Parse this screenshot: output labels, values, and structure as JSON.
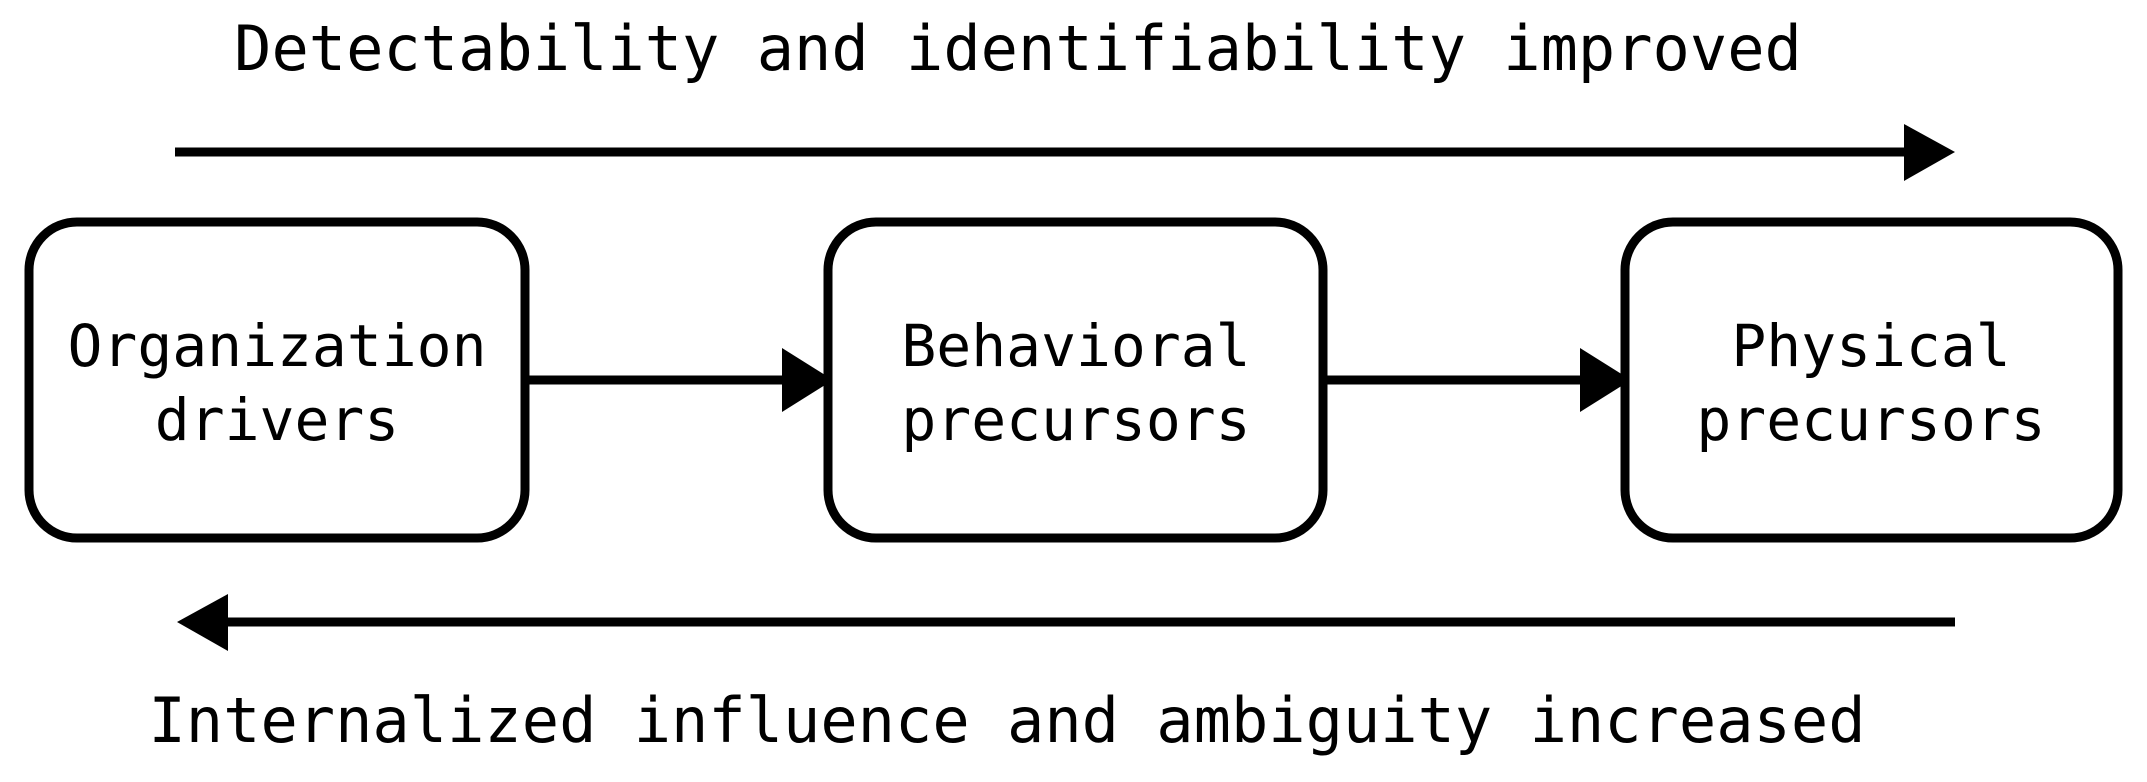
{
  "diagram": {
    "type": "flow-progression",
    "background_color": "#ffffff",
    "stroke_color": "#000000",
    "top_caption": "Detectability and identifiability improved",
    "bottom_caption": "Internalized influence and ambiguity increased",
    "top_arrow_direction": "right",
    "bottom_arrow_direction": "left",
    "nodes": [
      {
        "id": "organization-drivers",
        "line1": "Organization",
        "line2": "drivers"
      },
      {
        "id": "behavioral-precursors",
        "line1": "Behavioral",
        "line2": "precursors"
      },
      {
        "id": "physical-precursors",
        "line1": "Physical",
        "line2": "precursors"
      }
    ],
    "connectors": [
      {
        "from": "organization-drivers",
        "to": "behavioral-precursors",
        "direction": "right"
      },
      {
        "from": "behavioral-precursors",
        "to": "physical-precursors",
        "direction": "right"
      }
    ]
  }
}
